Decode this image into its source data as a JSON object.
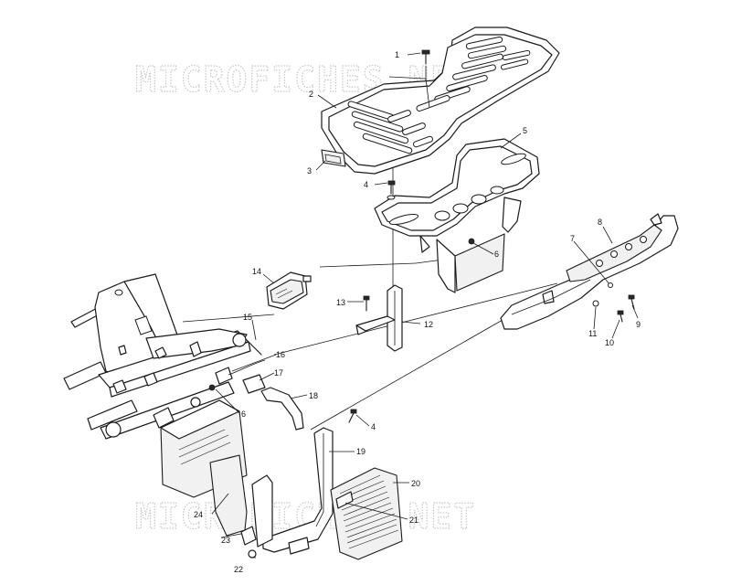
{
  "watermark": {
    "top": "MICROFICHES.NET",
    "bottom": "MICROFICHES.NET"
  },
  "callouts": [
    {
      "id": "1",
      "label": "1"
    },
    {
      "id": "2",
      "label": "2"
    },
    {
      "id": "3",
      "label": "3"
    },
    {
      "id": "4a",
      "label": "4"
    },
    {
      "id": "5",
      "label": "5"
    },
    {
      "id": "6a",
      "label": "6"
    },
    {
      "id": "7",
      "label": "7"
    },
    {
      "id": "8",
      "label": "8"
    },
    {
      "id": "9",
      "label": "9"
    },
    {
      "id": "10",
      "label": "10"
    },
    {
      "id": "11",
      "label": "11"
    },
    {
      "id": "12",
      "label": "12"
    },
    {
      "id": "13",
      "label": "13"
    },
    {
      "id": "14",
      "label": "14"
    },
    {
      "id": "15",
      "label": "15"
    },
    {
      "id": "16",
      "label": "16"
    },
    {
      "id": "17",
      "label": "17"
    },
    {
      "id": "18",
      "label": "18"
    },
    {
      "id": "6b",
      "label": "6"
    },
    {
      "id": "4b",
      "label": "4"
    },
    {
      "id": "19",
      "label": "19"
    },
    {
      "id": "20",
      "label": "20"
    },
    {
      "id": "21",
      "label": "21"
    },
    {
      "id": "22",
      "label": "22"
    },
    {
      "id": "23",
      "label": "23"
    },
    {
      "id": "24",
      "label": "24"
    }
  ]
}
